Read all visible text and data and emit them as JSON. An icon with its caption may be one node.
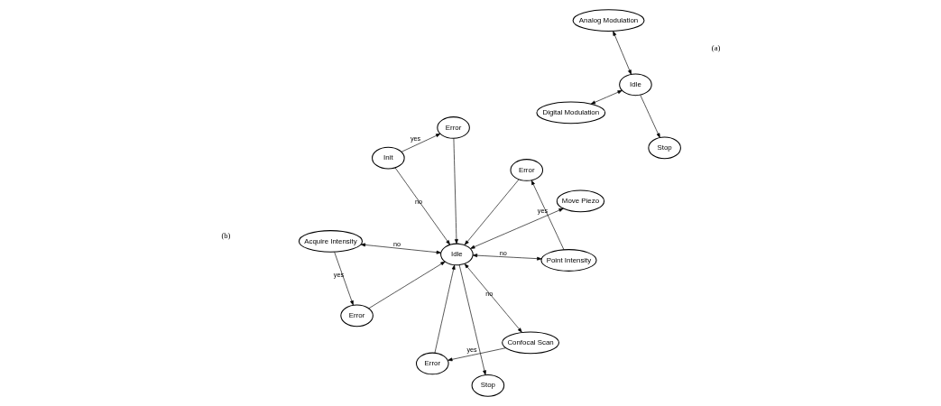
{
  "diagram": {
    "nodes": [
      {
        "text": [
          "Digital Modulation"
        ]
      },
      {
        "text": [
          "Idle"
        ]
      },
      {
        "text": [
          "Stop"
        ]
      },
      {
        "text": [
          "Analog Modulation"
        ]
      },
      {
        "text": [
          "Init"
        ]
      },
      {
        "text": [
          "Error"
        ]
      },
      {
        "text": [
          "Point Intensity"
        ]
      },
      {
        "text": [
          "Error"
        ]
      },
      {
        "text": [
          "Confocal Scan"
        ]
      },
      {
        "text": [
          "Idle"
        ]
      },
      {
        "text": [
          "Error"
        ]
      },
      {
        "text": [
          "Move Piezo"
        ]
      },
      {
        "text": [
          "Error"
        ]
      },
      {
        "text": [
          "Stop"
        ]
      },
      {
        "text": [
          "Acquire Intensity"
        ]
      }
    ],
    "edges": [
      {
        "from": 0,
        "to": 1,
        "arrow": "both"
      },
      {
        "from": 3,
        "to": 1,
        "arrow": "both"
      },
      {
        "from": 1,
        "to": 2,
        "arrow": "to"
      },
      {
        "from": 4,
        "to": 5,
        "arrow": "to",
        "label": "yes"
      },
      {
        "from": 4,
        "to": 9,
        "arrow": "to",
        "label": "no"
      },
      {
        "from": 5,
        "to": 9,
        "arrow": "to"
      },
      {
        "from": 6,
        "to": 9,
        "arrow": "both",
        "label": "no"
      },
      {
        "from": 6,
        "to": 7,
        "arrow": "to",
        "label": "yes"
      },
      {
        "from": 7,
        "to": 9,
        "arrow": "to"
      },
      {
        "from": 9,
        "to": 8,
        "arrow": "both",
        "label": "no"
      },
      {
        "from": 8,
        "to": 10,
        "arrow": "to",
        "label": "yes"
      },
      {
        "from": 10,
        "to": 9,
        "arrow": "to"
      },
      {
        "from": 11,
        "to": 9,
        "arrow": "both"
      },
      {
        "from": 9,
        "to": 14,
        "arrow": "both",
        "label": "no"
      },
      {
        "from": 14,
        "to": 12,
        "arrow": "to",
        "label": "yes"
      },
      {
        "from": 12,
        "to": 9,
        "arrow": "to"
      },
      {
        "from": 9,
        "to": 13,
        "arrow": "to"
      }
    ],
    "labels": [
      "(a)",
      "(b)"
    ]
  }
}
